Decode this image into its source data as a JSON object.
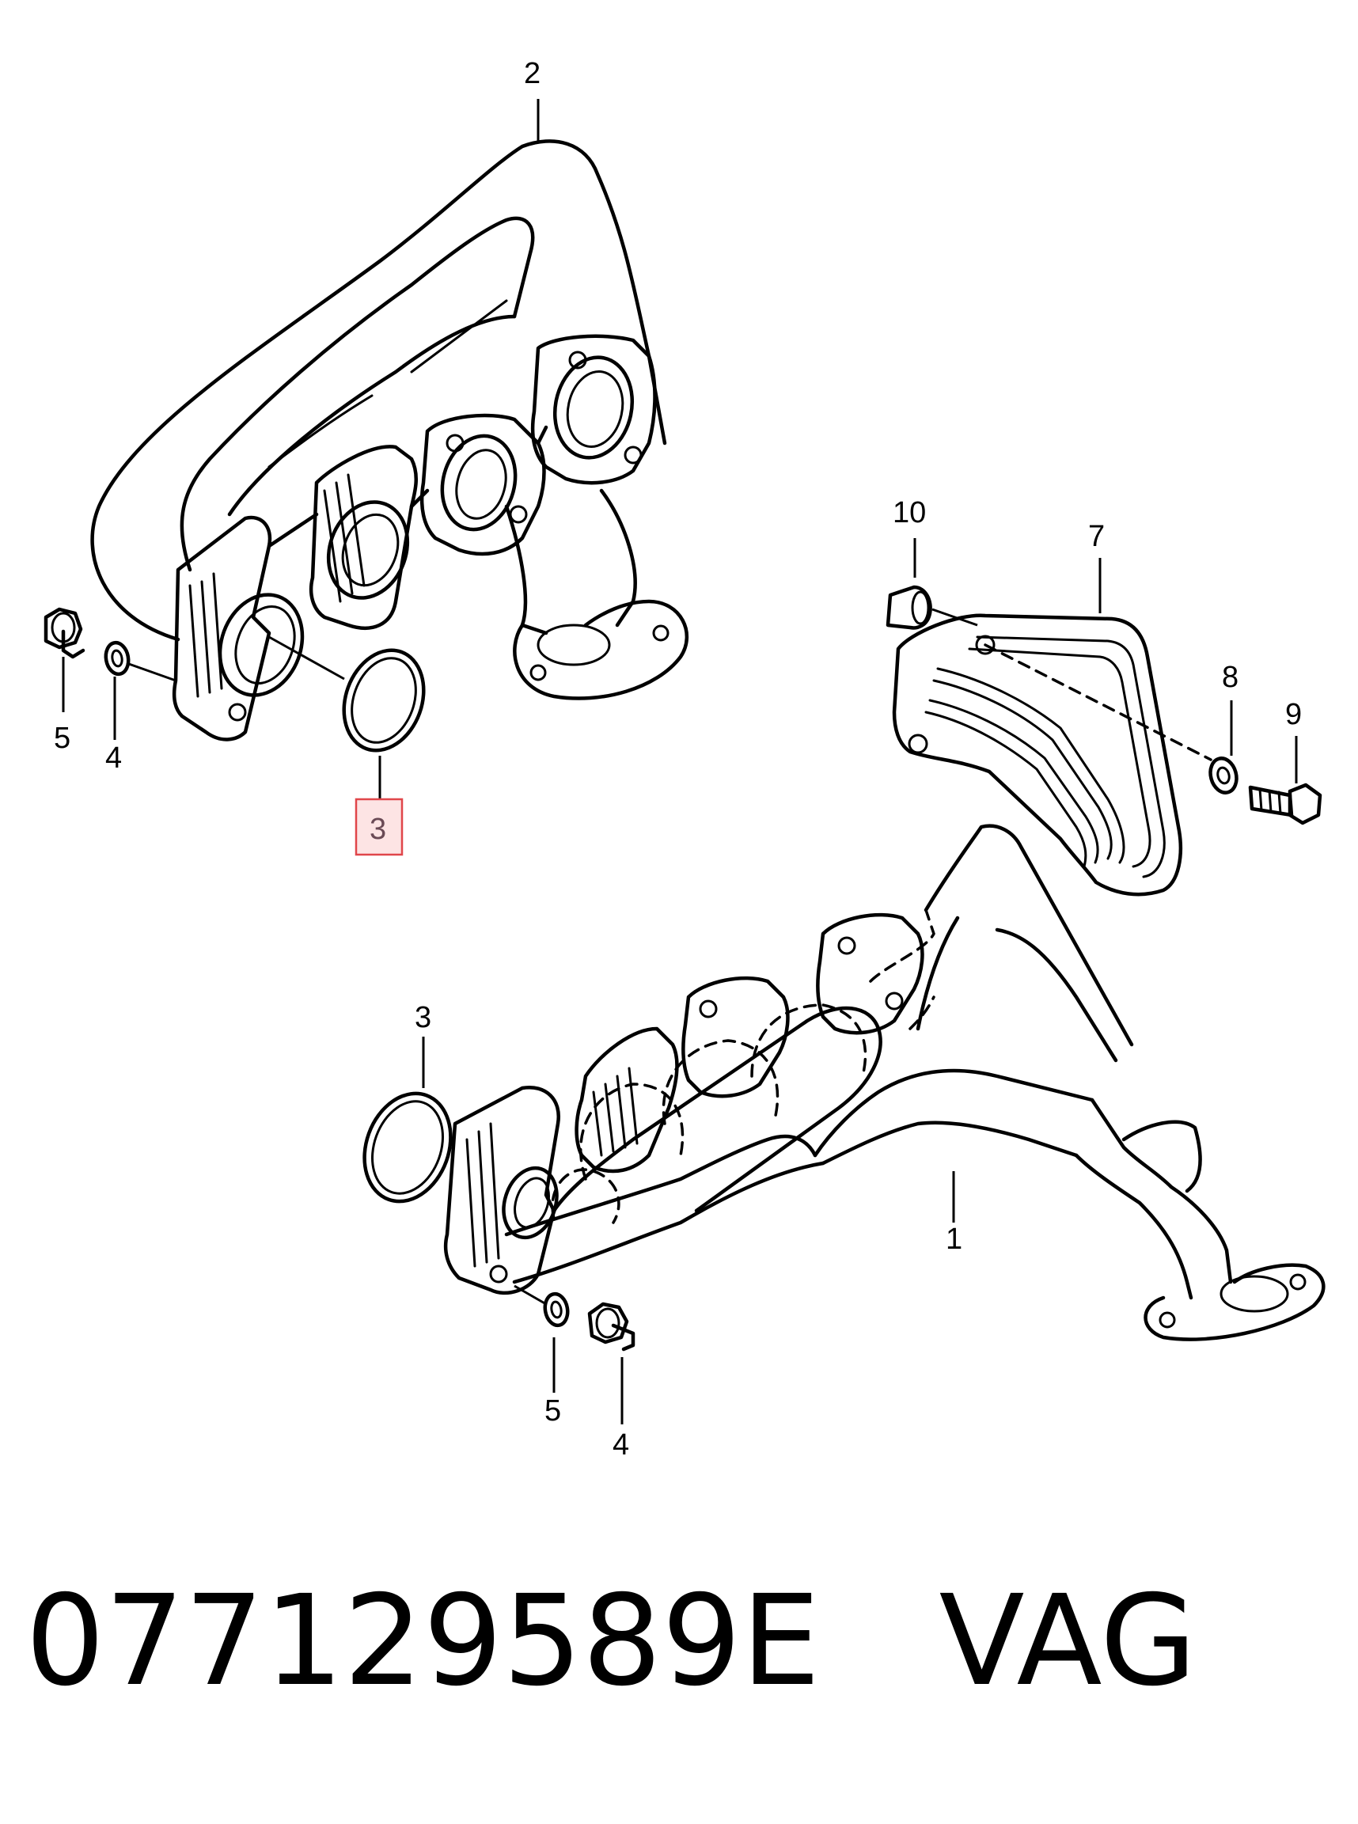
{
  "callouts": {
    "upper_2": "2",
    "upper_3": "3",
    "upper_4": "4",
    "upper_5": "5",
    "part_7": "7",
    "part_8": "8",
    "part_9": "9",
    "part_10": "10",
    "lower_1": "1",
    "lower_3": "3",
    "lower_4": "4",
    "lower_5": "5"
  },
  "highlight": {
    "label": "3",
    "fill_color": "#fde4e4",
    "border_color": "#e0464a"
  },
  "footer": {
    "part_number": "077129589E",
    "brand": "VAG"
  }
}
